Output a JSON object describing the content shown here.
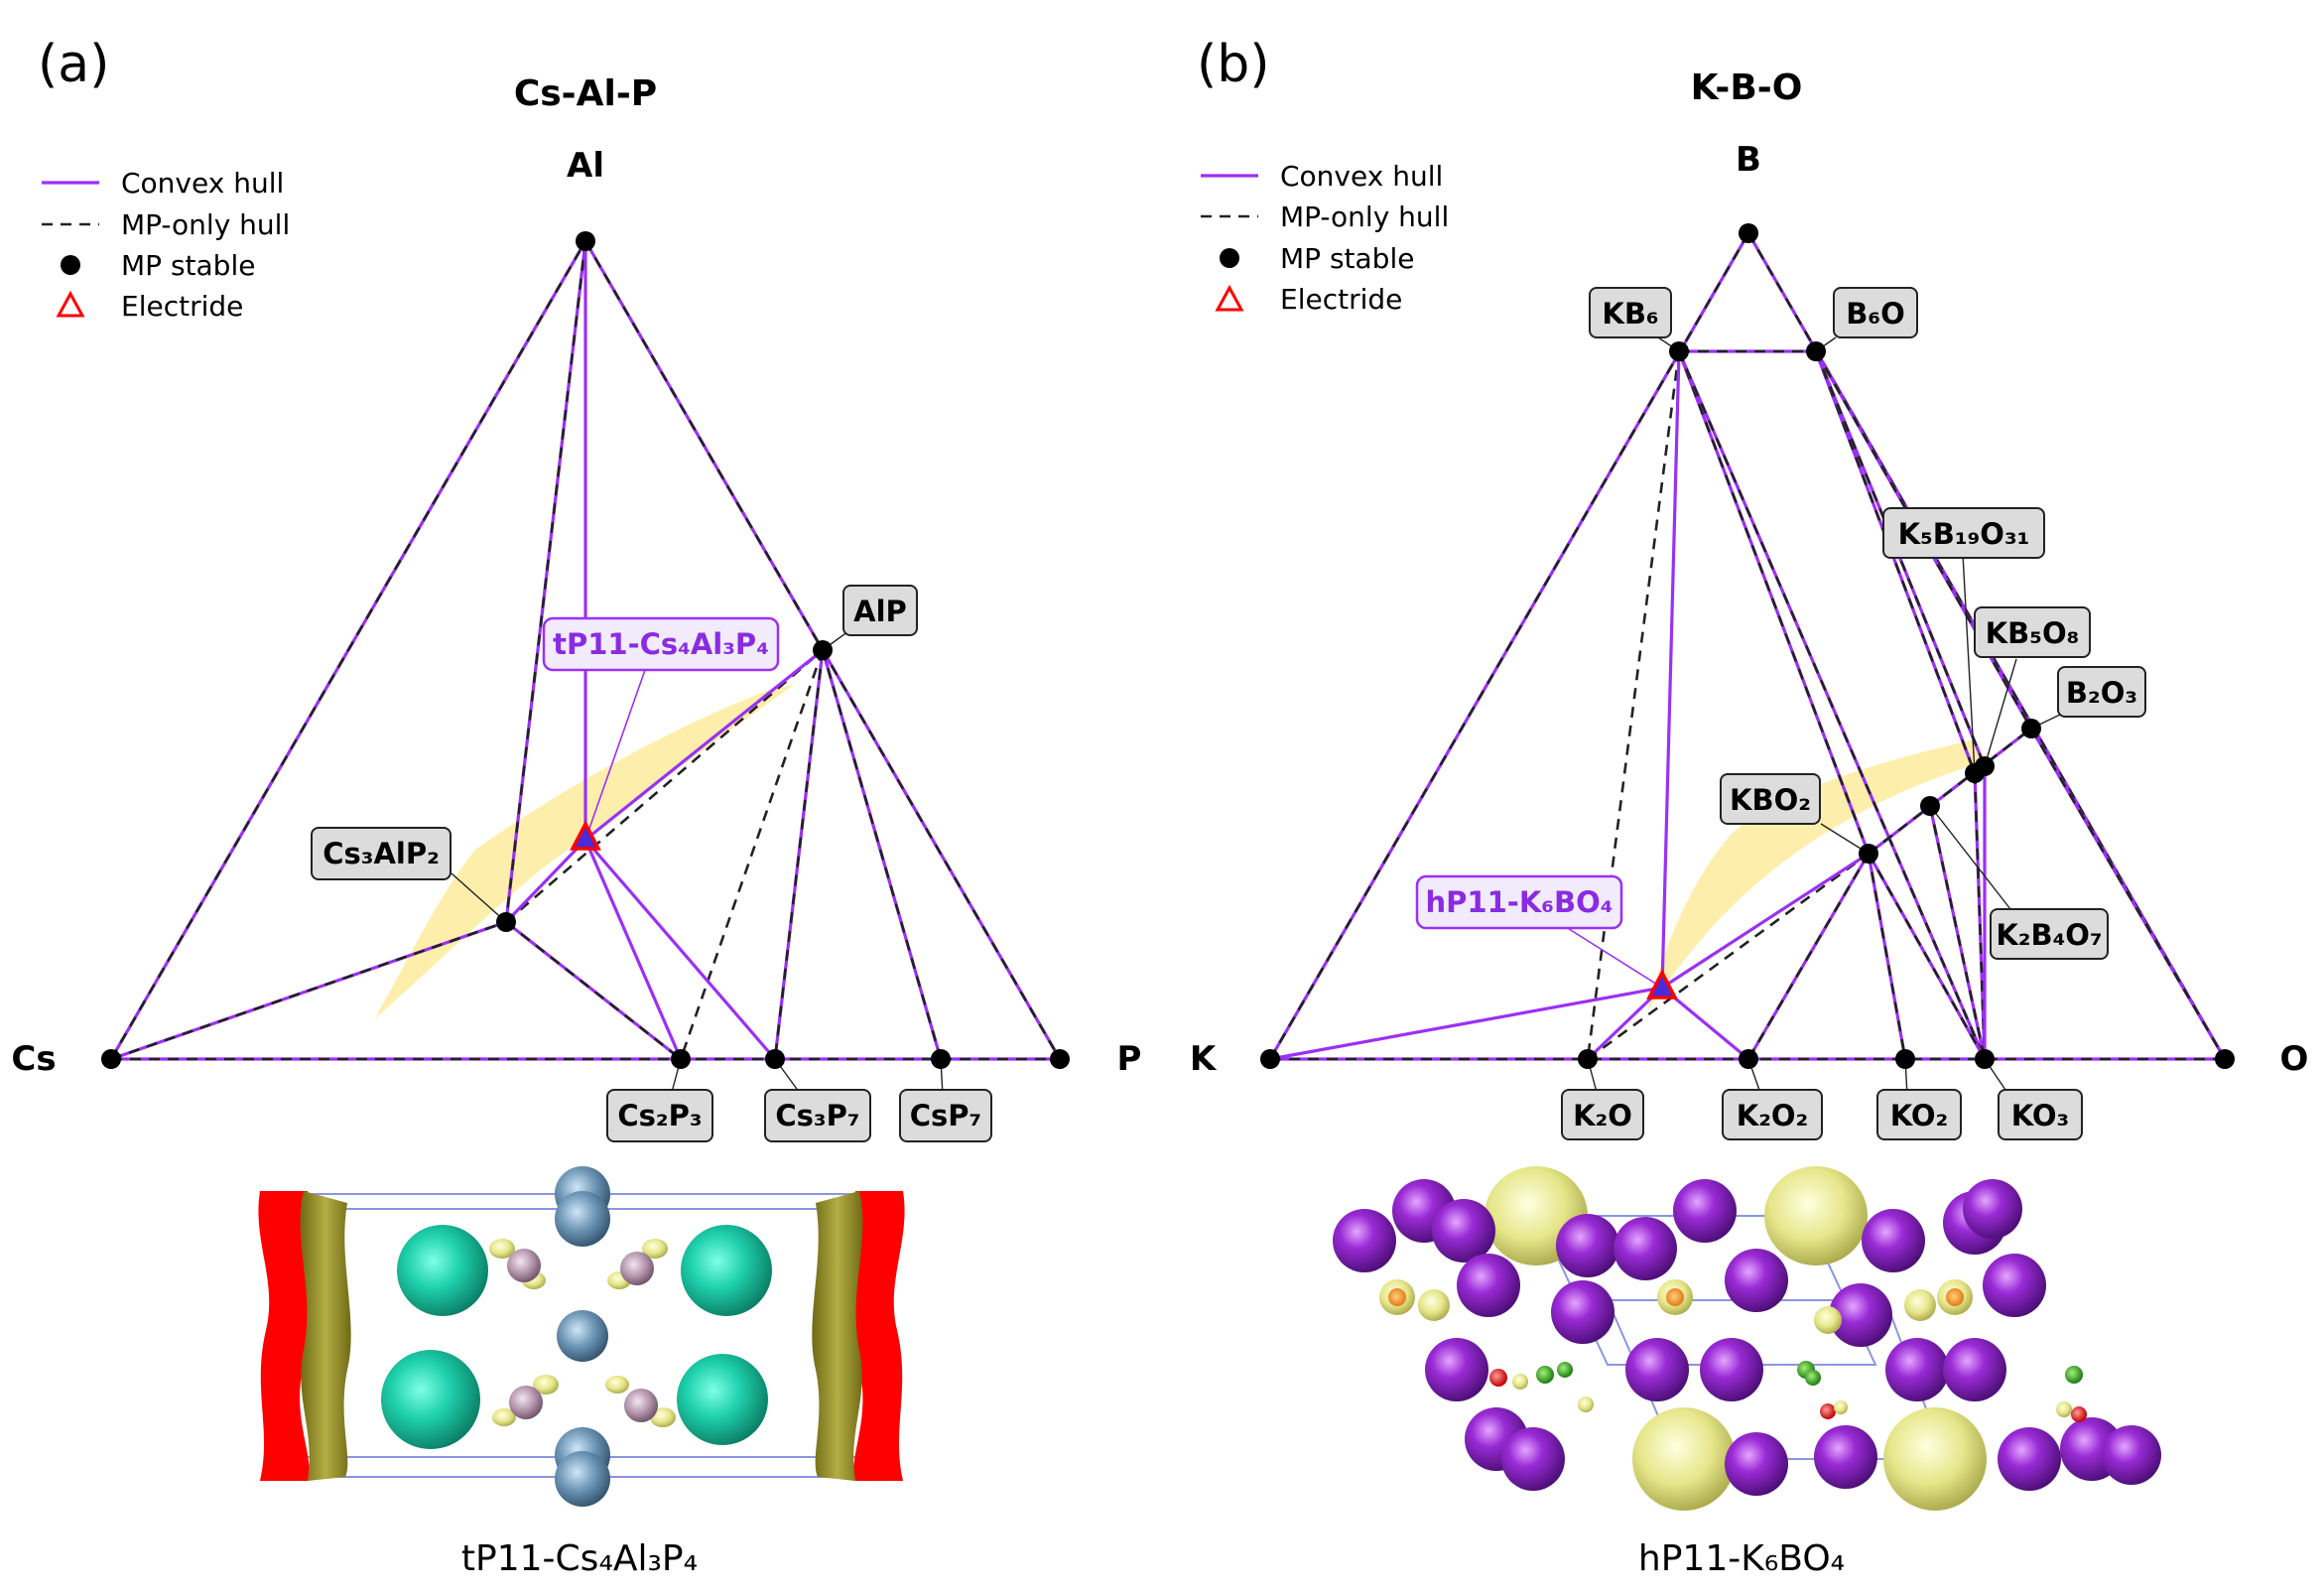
{
  "panels": [
    {
      "letter": "(a)",
      "title": "Cs-Al-P",
      "vertices": {
        "top": "Al",
        "left": "Cs",
        "right": "P"
      },
      "legend": [
        "Convex hull",
        "MP-only hull",
        "MP stable",
        "Electride"
      ],
      "phases": [
        "Cs₃AlP₂",
        "AlP",
        "Cs₂P₃",
        "Cs₃P₇",
        "CsP₇"
      ],
      "electride": "tP11-Cs₄Al₃P₄",
      "caption": "tP11-Cs₄Al₃P₄"
    },
    {
      "letter": "(b)",
      "title": "K-B-O",
      "vertices": {
        "top": "B",
        "left": "K",
        "right": "O"
      },
      "legend": [
        "Convex hull",
        "MP-only hull",
        "MP stable",
        "Electride"
      ],
      "phases": [
        "KB₆",
        "B₆O",
        "K₅B₁₉O₃₁",
        "KB₅O₈",
        "B₂O₃",
        "KBO₂",
        "K₂B₄O₇",
        "K₂O",
        "K₂O₂",
        "KO₂",
        "KO₃"
      ],
      "electride": "hP11-K₆BO₄",
      "caption": "hP11-K₆BO₄"
    }
  ],
  "colors": {
    "convex_hull": "#9b30f5",
    "mp_only_hull": "#222222",
    "mp_stable": "#000000",
    "electride": "#ff0000",
    "stability_region": "#fdeea6"
  }
}
